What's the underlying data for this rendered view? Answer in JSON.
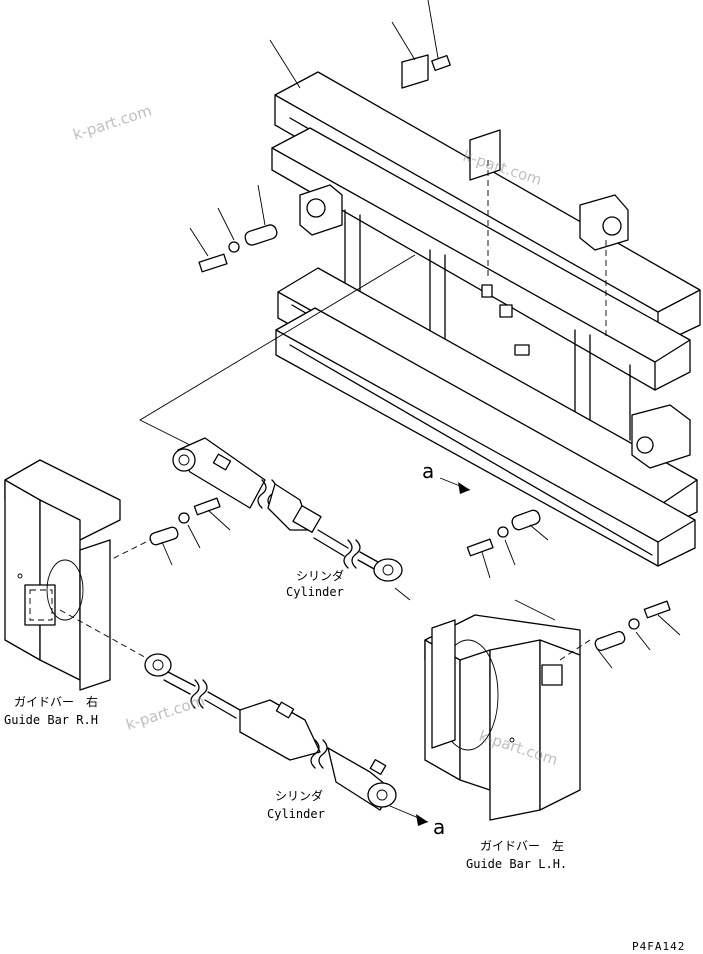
{
  "labels": {
    "cylinder_top_jp": "シリンダ",
    "cylinder_top_en": "Cylinder",
    "cylinder_bottom_jp": "シリンダ",
    "cylinder_bottom_en": "Cylinder",
    "guide_rh_jp": "ガイドバー　右",
    "guide_rh_en": "Guide Bar R.H",
    "guide_lh_jp": "ガイドバー　左",
    "guide_lh_en": "Guide Bar L.H.",
    "ref_a_top": "a",
    "ref_a_bottom": "a",
    "drawing_code": "P4FA142"
  },
  "watermarks": [
    "k-part.com",
    "k-part.com",
    "k-part.com",
    "k-part.com"
  ]
}
